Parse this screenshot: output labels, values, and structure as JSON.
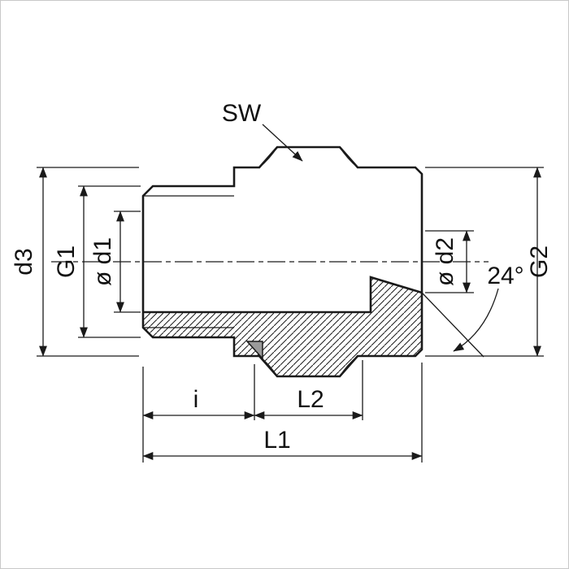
{
  "drawing": {
    "labels": {
      "sw": "SW",
      "d3": "d3",
      "g1": "G1",
      "d1": "ø d1",
      "d2": "ø d2",
      "angle": "24°",
      "g2": "G2",
      "i": "i",
      "l2": "L2",
      "l1": "L1"
    },
    "colors": {
      "line": "#1a1a1a",
      "seal": "#9a9a9a",
      "background": "#ffffff",
      "border": "#c8c8c8"
    }
  }
}
